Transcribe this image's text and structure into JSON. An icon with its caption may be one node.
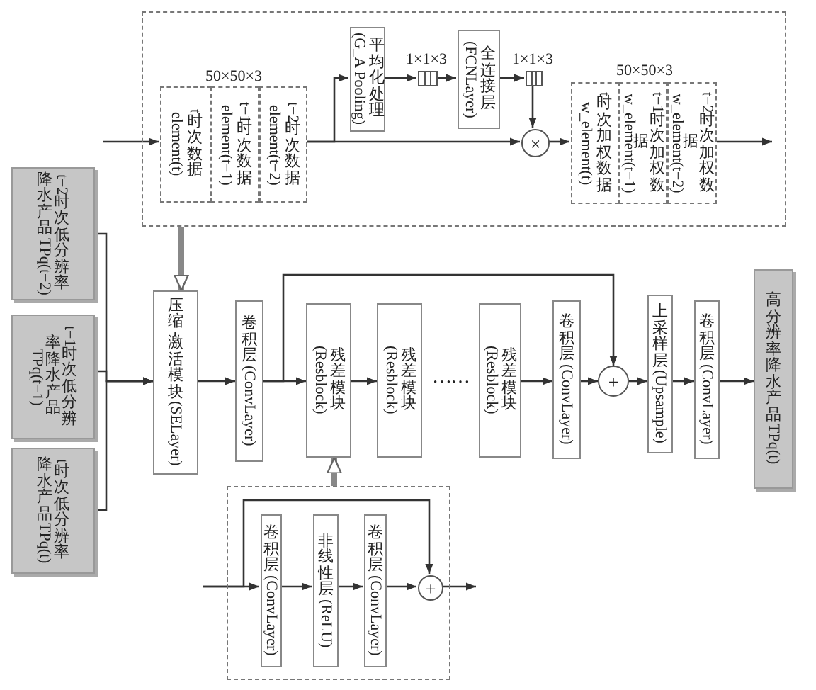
{
  "diagram": {
    "nodes": [
      {
        "text": [],
        "shape": "box"
      },
      {
        "text": [
          "t时次数据",
          "element(t)"
        ],
        "in": 0
      },
      {
        "text": [
          "t−1时次数据",
          "element(t−1)"
        ],
        "in": 0
      },
      {
        "text": [
          "t−2时次数据",
          "element(t−2)"
        ],
        "in": 0
      },
      {
        "text": [
          "平均化处理",
          "(G_A Pooling)"
        ],
        "in": 0
      },
      {
        "text": [],
        "shape": "box",
        "beside": [
          "1×1×3"
        ],
        "in": 0
      },
      {
        "text": [
          "全连接层",
          "(FCNLayer)"
        ],
        "in": 0
      },
      {
        "text": [],
        "shape": "box",
        "beside": [
          "1×1×3"
        ],
        "in": 0
      },
      {
        "text": [
          "×"
        ],
        "in": 0
      },
      {
        "text": [
          "t时次加权数据",
          "w_element(t)"
        ],
        "in": 0
      },
      {
        "text": [
          "t−1时次加权数据",
          "w_element(t−1)"
        ],
        "in": 0
      },
      {
        "text": [
          "t−2时次加权数据",
          "w_element(t−2)"
        ],
        "in": 0
      },
      {
        "text": [
          "t−2时次低分辨率降水产品TPq(t−2)"
        ]
      },
      {
        "text": [
          "t−1时次低分辨率降水产品TPq(t−1)"
        ]
      },
      {
        "text": [
          "t时次低分辨率降水产品TPq(t)"
        ]
      },
      {
        "text": [
          "压缩-激活模块(SELayer)"
        ]
      },
      {
        "text": [
          "卷积层(ConvLayer)"
        ]
      },
      {
        "text": [
          "残差模块",
          "(Resblock)"
        ]
      },
      {
        "text": [
          "残差模块",
          "(Resblock)"
        ]
      },
      {
        "text": [
          "残差模块",
          "(Resblock)"
        ]
      },
      {
        "text": [
          "卷积层(ConvLayer)"
        ]
      },
      {
        "text": [
          "+"
        ]
      },
      {
        "text": [
          "上采样层(Upsample)"
        ]
      },
      {
        "text": [
          "卷积层(ConvLayer)"
        ]
      },
      {
        "text": [
          "高分辨率降水产品TPq(t)"
        ]
      },
      {
        "text": [],
        "shape": "box"
      },
      {
        "text": [
          "卷积层(ConvLayer)"
        ],
        "in": 25
      },
      {
        "text": [
          "非线性层(ReLU)"
        ],
        "in": 25
      },
      {
        "text": [
          "卷积层(ConvLayer)"
        ],
        "in": 25
      },
      {
        "text": [
          "+"
        ],
        "in": 25
      }
    ],
    "edges": [
      {
        "from": null,
        "to": 1,
        "arrow": "to"
      },
      {
        "from": 3,
        "to": 4,
        "arrow": "to"
      },
      {
        "from": 3,
        "to": 8,
        "arrow": "to"
      },
      {
        "from": 4,
        "to": 5,
        "arrow": "to"
      },
      {
        "from": 5,
        "to": 6,
        "arrow": "to"
      },
      {
        "from": 6,
        "to": 7,
        "arrow": "to"
      },
      {
        "from": 7,
        "to": 8,
        "arrow": "to"
      },
      {
        "from": 8,
        "to": 9,
        "arrow": "to"
      },
      {
        "from": 11,
        "to": null,
        "arrow": "to"
      },
      {
        "from": 0,
        "to": 15,
        "arrow": "to",
        "style": "thick"
      },
      {
        "from": 12,
        "to": 15,
        "arrow": "to"
      },
      {
        "from": 13,
        "to": 15,
        "arrow": "to"
      },
      {
        "from": 14,
        "to": 15,
        "arrow": "to"
      },
      {
        "from": 15,
        "to": 16,
        "arrow": "to"
      },
      {
        "from": 16,
        "to": 17,
        "arrow": "to"
      },
      {
        "from": 16,
        "to": 21,
        "arrow": "to"
      },
      {
        "from": 17,
        "to": 18,
        "arrow": "to"
      },
      {
        "from": 19,
        "to": 20,
        "arrow": "to"
      },
      {
        "from": 20,
        "to": 21,
        "arrow": "to"
      },
      {
        "from": 21,
        "to": 22,
        "arrow": "to"
      },
      {
        "from": 22,
        "to": 23,
        "arrow": "to"
      },
      {
        "from": 23,
        "to": 24,
        "arrow": "to"
      },
      {
        "from": 25,
        "to": 17,
        "arrow": "to",
        "style": "thick"
      },
      {
        "from": null,
        "to": 26,
        "arrow": "to"
      },
      {
        "from": null,
        "to": 29,
        "arrow": "to"
      },
      {
        "from": 26,
        "to": 27,
        "arrow": "to"
      },
      {
        "from": 27,
        "to": 28,
        "arrow": "to"
      },
      {
        "from": 28,
        "to": 29,
        "arrow": "to"
      },
      {
        "from": 29,
        "to": null,
        "arrow": "to"
      }
    ],
    "labels": [
      "50×50×3",
      "50×50×3",
      "……"
    ]
  }
}
